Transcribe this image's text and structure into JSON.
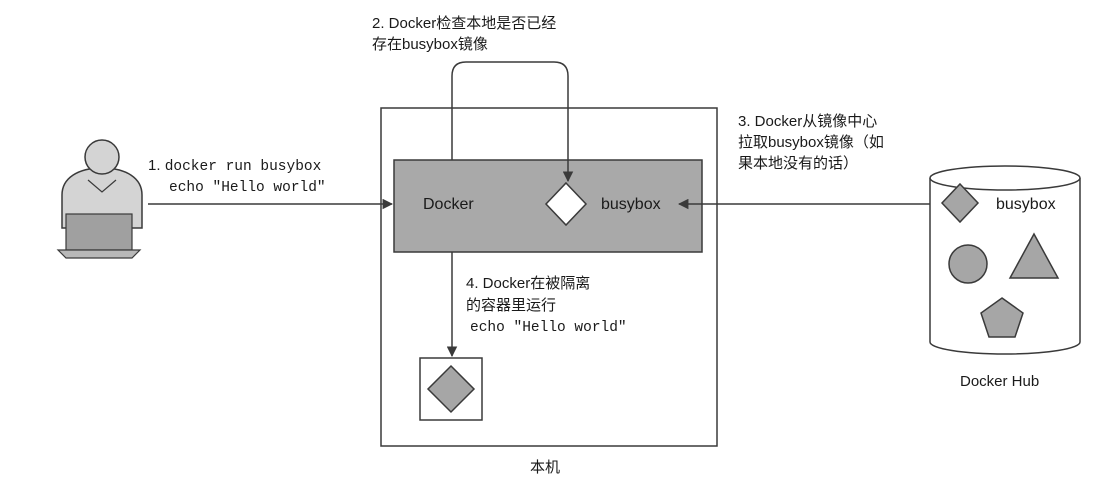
{
  "steps": {
    "step1": {
      "number": "1.",
      "line1": "docker run busybox",
      "line2": "echo \"Hello world\""
    },
    "step2": {
      "line1": "2. Docker检查本地是否已经",
      "line2": "存在busybox镜像"
    },
    "step3": {
      "line1": "3. Docker从镜像中心",
      "line2": "拉取busybox镜像（如",
      "line3": "果本地没有的话）"
    },
    "step4": {
      "line1": "4. Docker在被隔离",
      "line2": "的容器里运行",
      "line3": "echo \"Hello world\""
    }
  },
  "host": {
    "caption": "本机",
    "docker_label": "Docker",
    "image_label": "busybox"
  },
  "hub": {
    "caption": "Docker Hub",
    "image_label": "busybox"
  },
  "colors": {
    "line": "#3a3a3a",
    "docker_box": "#a9a9a9",
    "shape_fill": "#a6a6a6",
    "person_fill": "#d4d4d4",
    "laptop_fill": "#a0a0a0"
  }
}
